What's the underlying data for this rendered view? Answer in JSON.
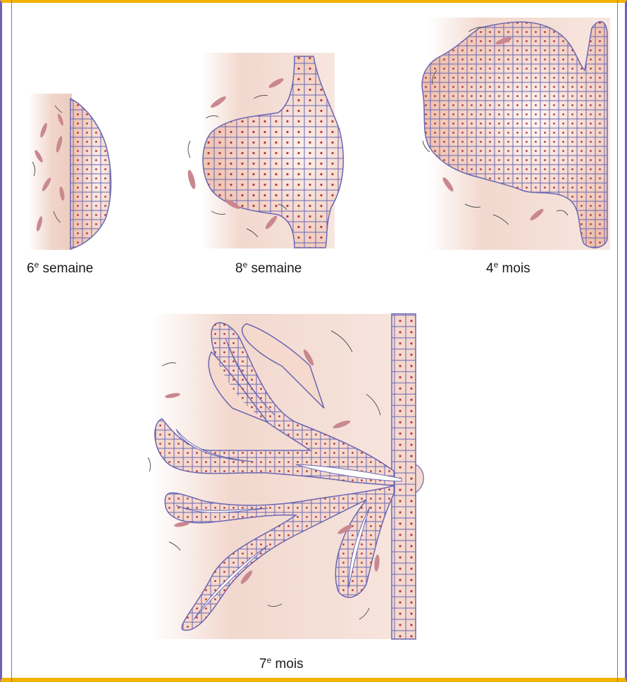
{
  "stages": [
    {
      "id": "week6",
      "number": "6",
      "suffix": "e",
      "unit": "semaine"
    },
    {
      "id": "week8",
      "number": "8",
      "suffix": "e",
      "unit": "semaine"
    },
    {
      "id": "month4",
      "number": "4",
      "suffix": "e",
      "unit": "mois"
    },
    {
      "id": "month7",
      "number": "7",
      "suffix": "e",
      "unit": "mois"
    }
  ],
  "colors": {
    "frame_top_bottom": "#f1b300",
    "frame_sides": "#6f63b8",
    "mesenchyme": "#f3ddd5",
    "cell_fill": "#f6d9cd",
    "cell_fill_light": "#fbeee9",
    "cell_outline": "#6a66b3",
    "nucleus": "#b23a3a",
    "fibroblast": "#c98790"
  }
}
